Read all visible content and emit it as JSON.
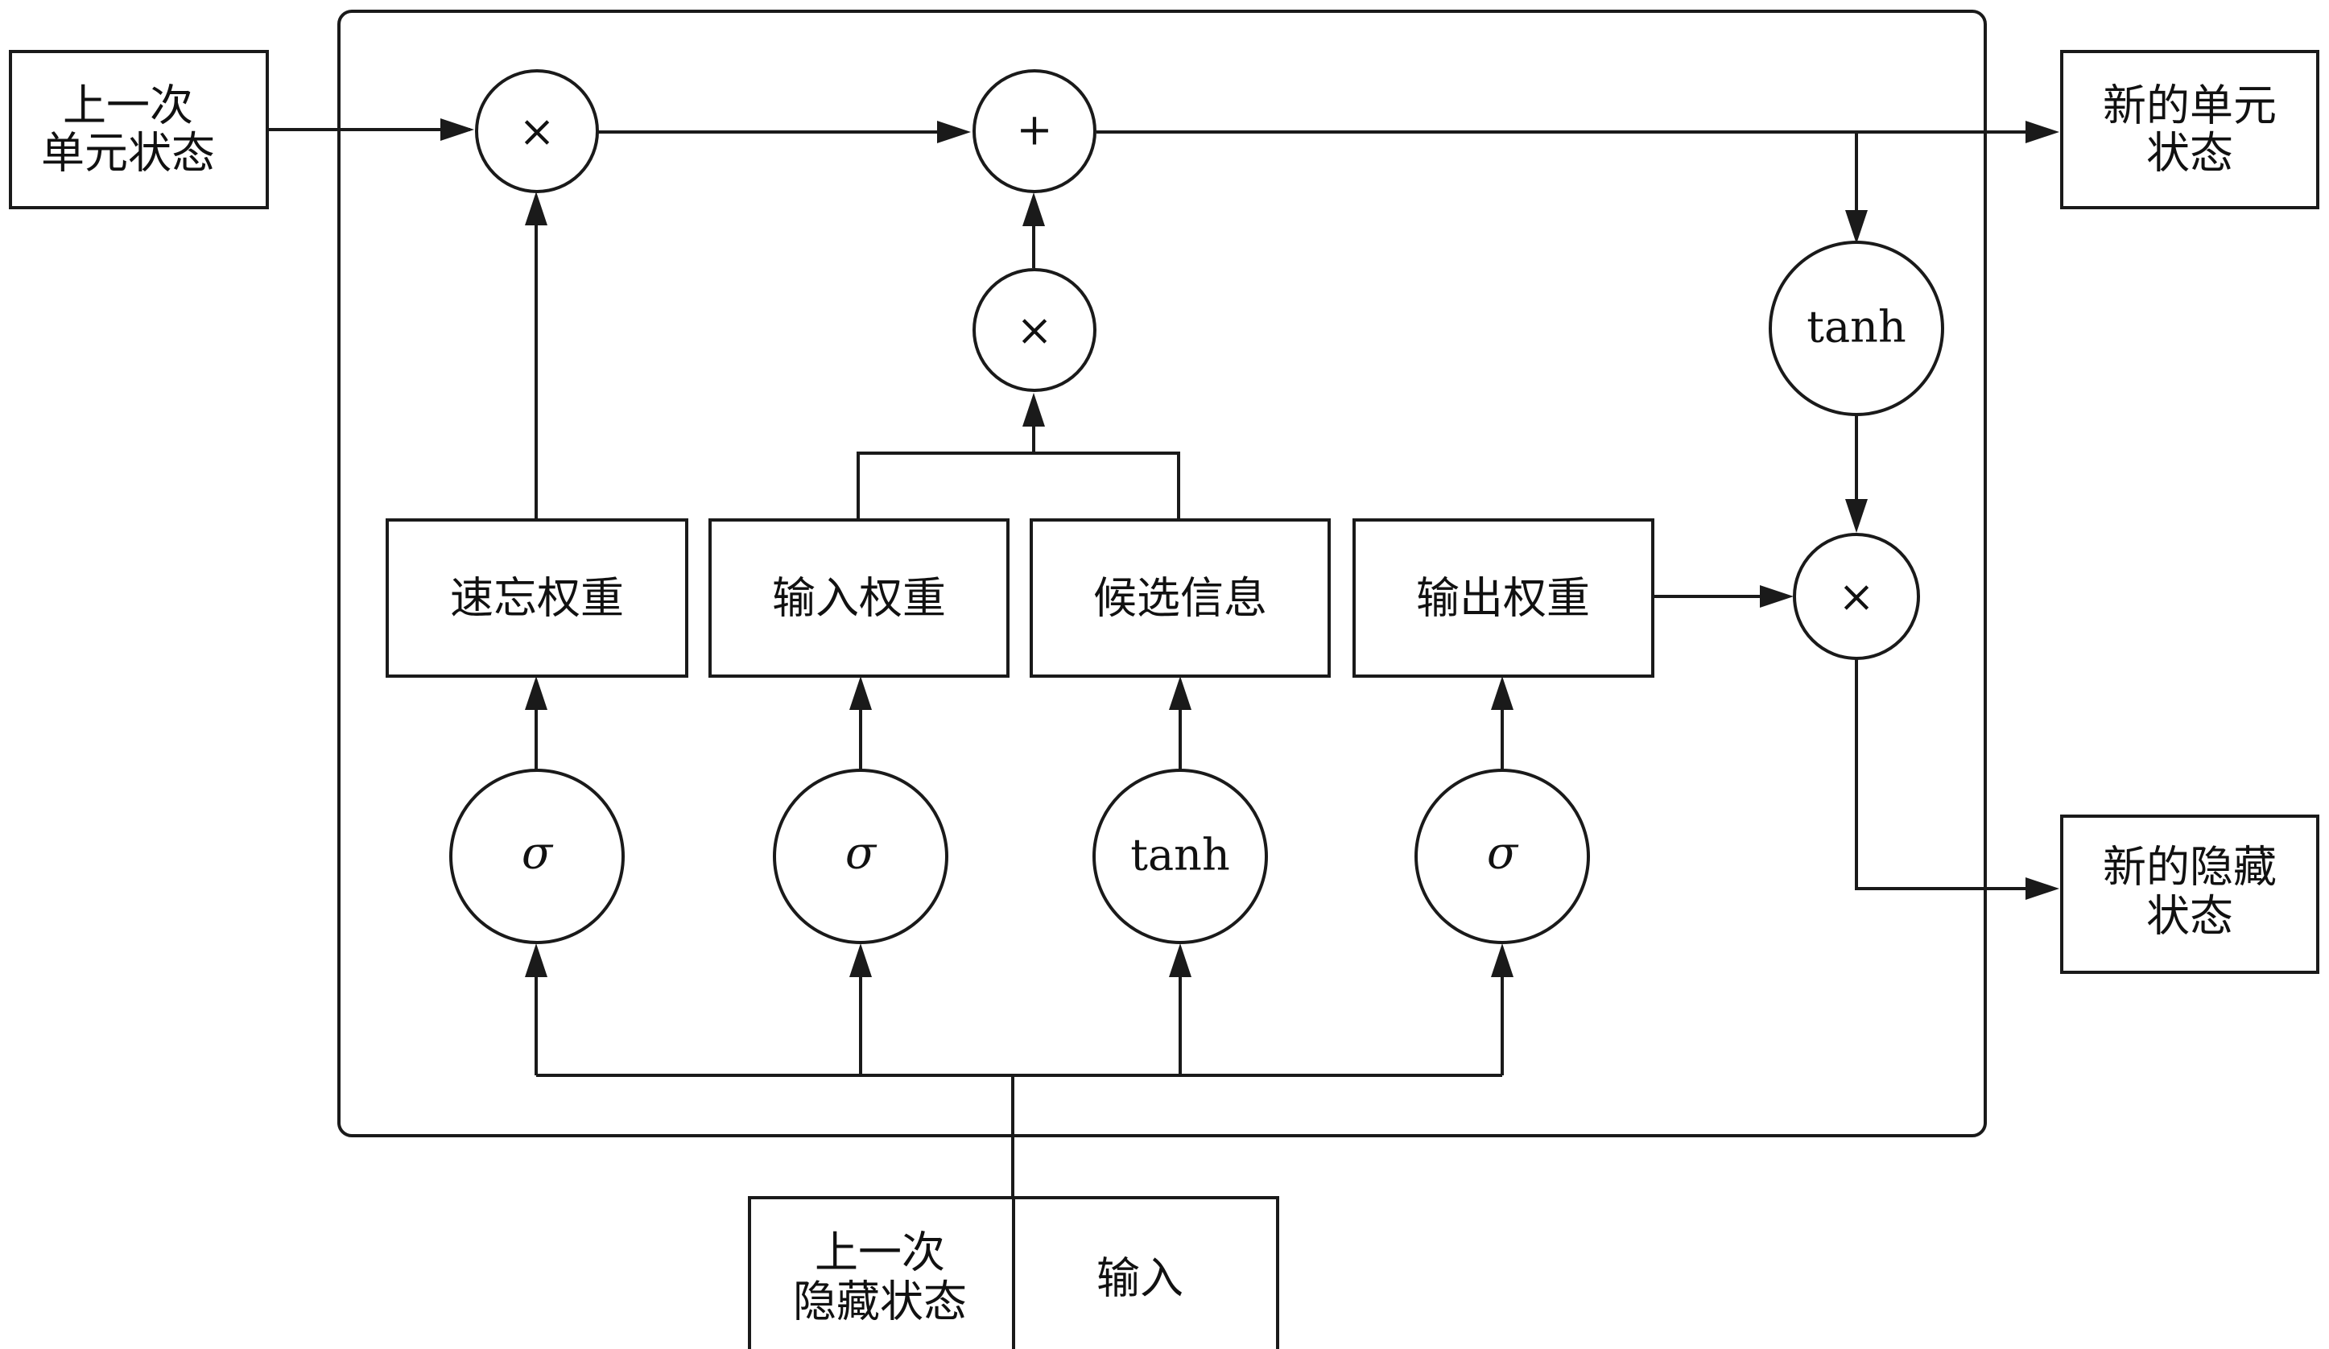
{
  "colors": {
    "line": "#1a1a1a",
    "text": "#111111",
    "background": "#ffffff"
  },
  "inputs": {
    "prev_cell_state": [
      "上一次",
      "单元状态"
    ],
    "prev_hidden_state": [
      "上一次",
      "隐藏状态"
    ],
    "input": "输入"
  },
  "outputs": {
    "new_cell_state": [
      "新的单元",
      "状态"
    ],
    "new_hidden_state": [
      "新的隐藏",
      "状态"
    ]
  },
  "weights": {
    "forget": "速忘权重",
    "input": "输入权重",
    "candidate": "候选信息",
    "output": "输出权重"
  },
  "activations": {
    "sigma": "σ",
    "tanh": "tanh"
  },
  "operators": {
    "multiply": "×",
    "add": "+"
  }
}
